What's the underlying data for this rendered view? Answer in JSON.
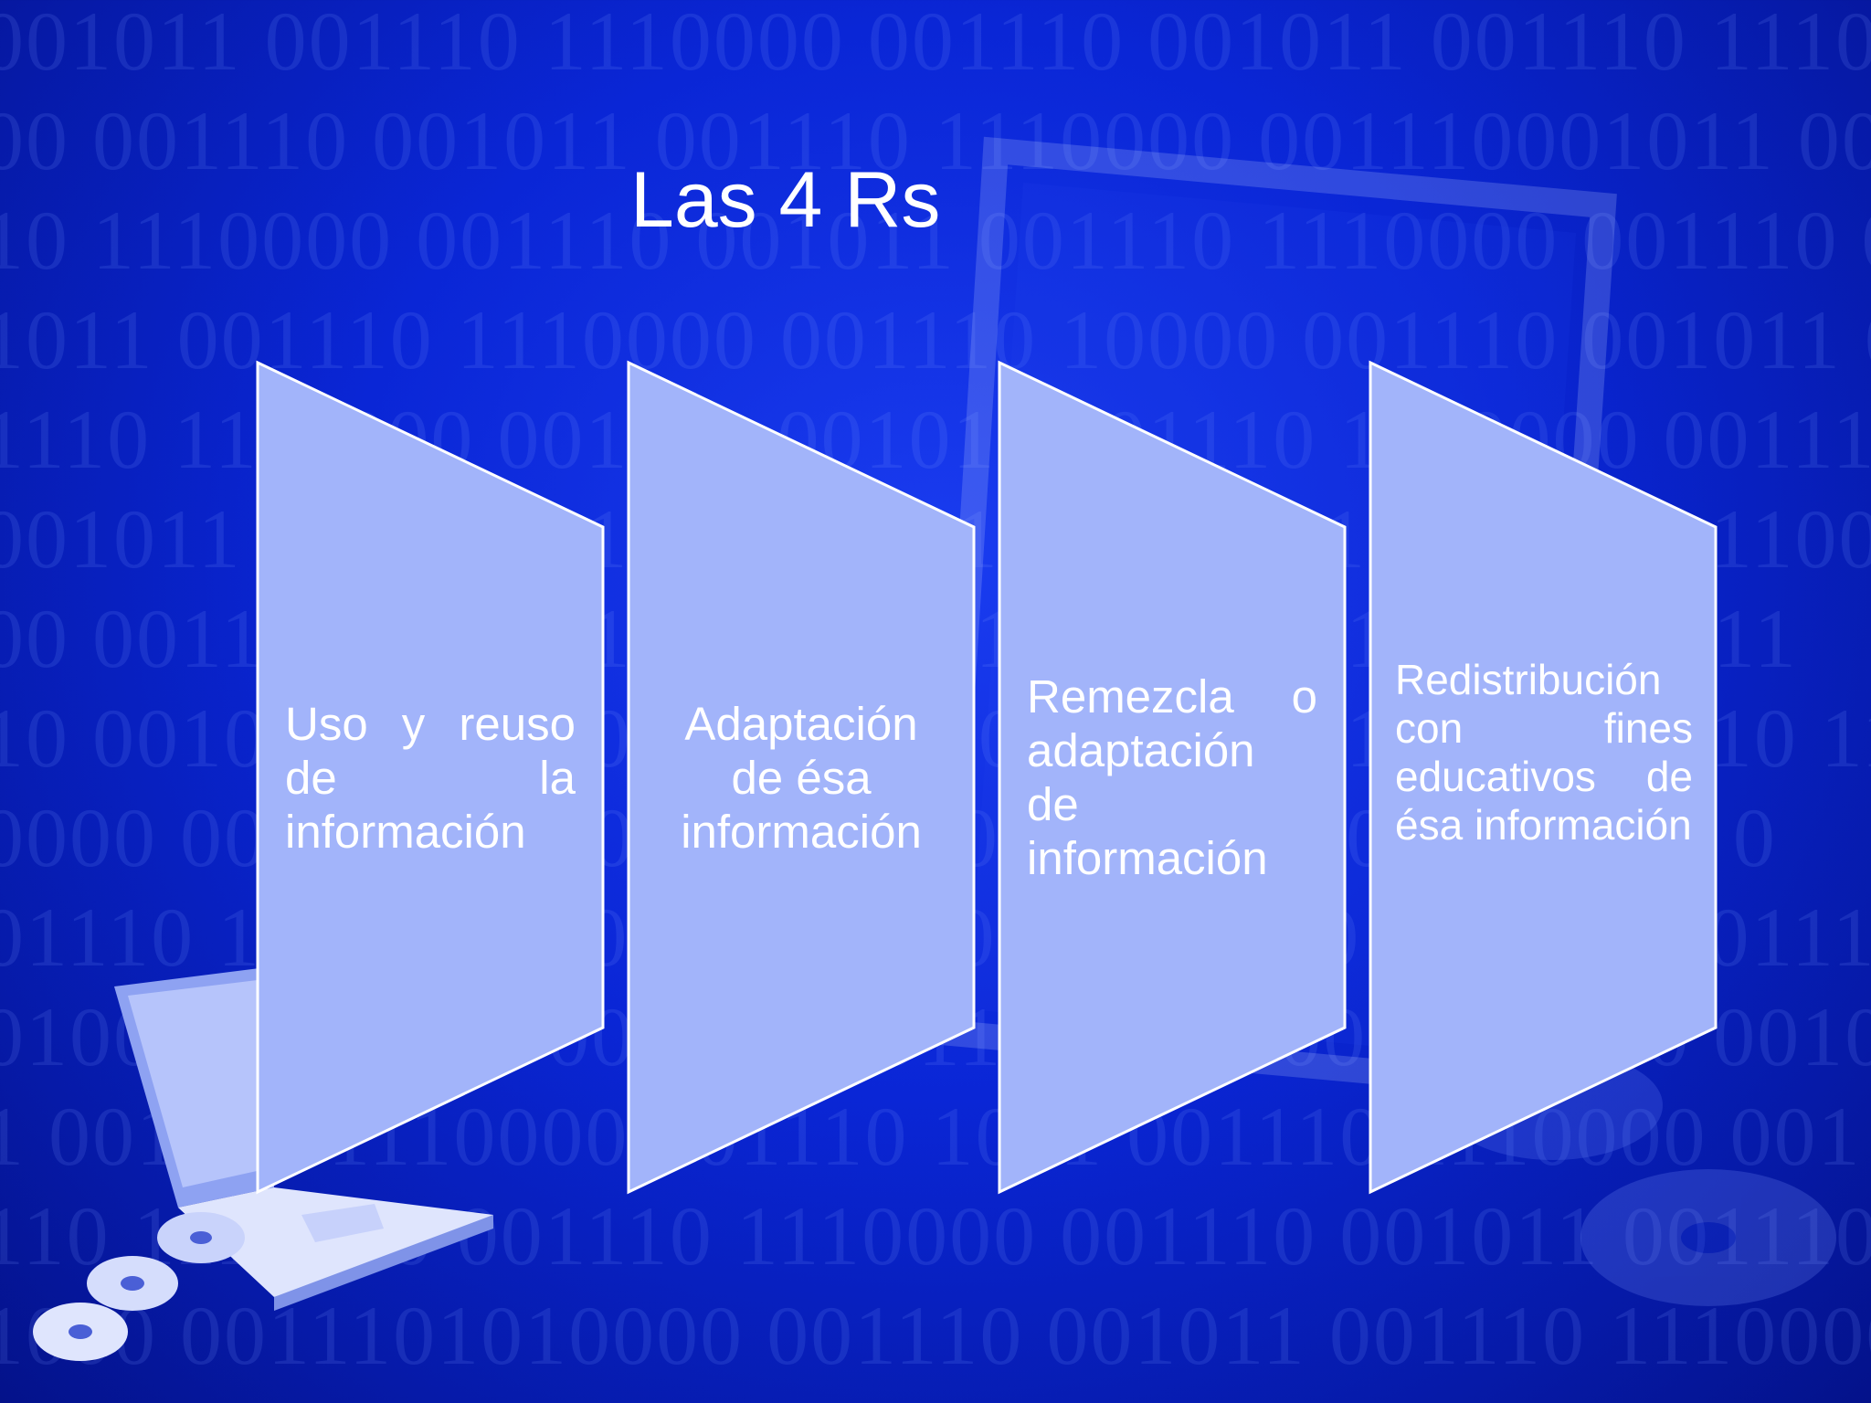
{
  "slide": {
    "title": "Las 4 Rs",
    "panels": [
      {
        "text": "Uso y reuso de la información"
      },
      {
        "text": "Adaptación de ésa información"
      },
      {
        "text": "Remezcla o adaptación de información"
      },
      {
        "text": "Redistribución con fines educativos de ésa información"
      }
    ]
  },
  "background": {
    "binary_rows": [
      "001011 001110 1110000 001110 001011 001110 11100",
      "00 001110 001011 001110 1110000 001110001011 001",
      "10 1110000 001110 001011 001110 1110000 001110 0",
      "1011 001110 1110000 001110 10000 001110 001011 00",
      "1110 1110000 001110 001011 001110 1110000 001110",
      "001011 001110 1110000 001110 001011 001110 1100",
      "00 001110 001011 001110 1110000 001110 001011",
      "10 001011 001110 1110000 001110 001011 001110 111",
      "0000 001110 001011 001110 1110000 001110 11 0",
      "01110 1110000 001110 001011 001110 1110000 0111",
      "010000 001110 001011 001110 1110000 001110 00101",
      "1 001110 1110000 001110 1011 001110 1110000 001",
      "110 1110000 001110 1110000 001110 001011 001110 1",
      "1000 0011101010000 001110 001011 001110 1110000 0"
    ]
  },
  "colors": {
    "panel_fill": "#a2b4fa",
    "panel_stroke": "#ffffff",
    "text": "#ffffff",
    "background": "#0a26d6"
  }
}
